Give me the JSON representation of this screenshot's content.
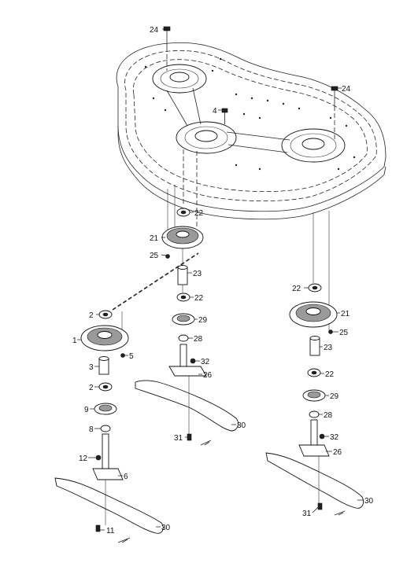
{
  "callouts": {
    "c24a": "24",
    "c24b": "24",
    "c4": "4",
    "c22a": "22",
    "c21a": "21",
    "c25a": "25",
    "c23a": "23",
    "c22b": "22",
    "c29a": "29",
    "c28a": "28",
    "c32a": "32",
    "c26a": "26",
    "c30a": "30",
    "c31a": "31",
    "c2a": "2",
    "c1": "1",
    "c5": "5",
    "c3": "3",
    "c2b": "2",
    "c9": "9",
    "c8": "8",
    "c12": "12",
    "c6": "6",
    "c11": "11",
    "c30b": "30",
    "c22c": "22",
    "c21b": "21",
    "c25b": "25",
    "c23b": "23",
    "c22d": "22",
    "c29b": "29",
    "c28b": "28",
    "c32b": "32",
    "c26b": "26",
    "c30c": "30",
    "c31b": "31"
  }
}
